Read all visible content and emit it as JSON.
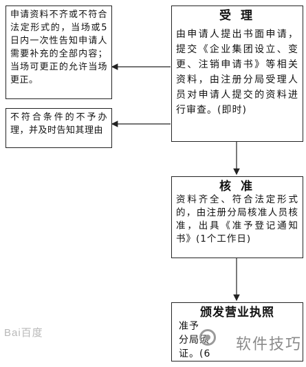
{
  "accept": {
    "title": "受 理",
    "body": "由申请人提出书面申请，提交《企业集团设立、变更、注销申请书》等相关资料，由注册分局受理人员对申请人提交的资料进行审查。(即时)"
  },
  "side_top": {
    "body": "申请资料不齐或不符合法定形式的，当场或5日内一次性告知申请人需要补充的全部内容；当场可更正的允许当场更正。"
  },
  "side_bottom": {
    "body": "不符合条件的不予办理，并及时告知其理由"
  },
  "approve": {
    "title": "核 准",
    "body": "资料齐全、符合法定形式的，由注册分局核准人员核准，出具《准予登记通知书》(1个工作日)"
  },
  "issue": {
    "title": "颁发营业执照",
    "body": "准予\n分局须\n证。(6"
  },
  "watermark": {
    "logo": "Bai百度",
    "text": "软件技巧"
  }
}
